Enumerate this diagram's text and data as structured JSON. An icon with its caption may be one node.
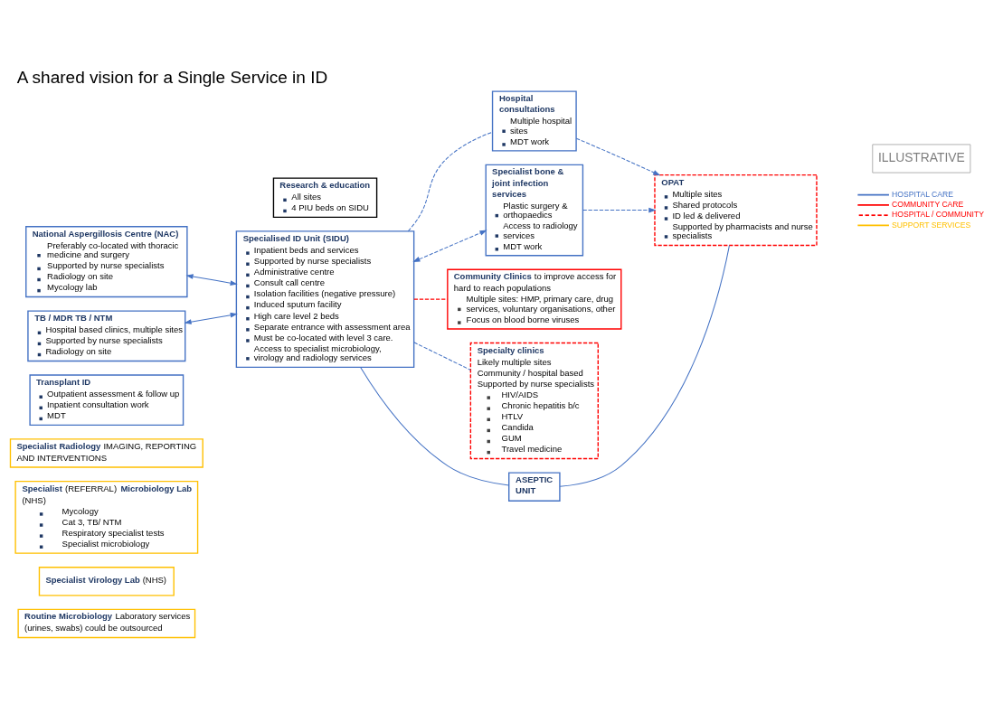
{
  "diagram": {
    "title": "A shared vision for a Single Service in ID",
    "nodes": [
      {
        "text": [
          "National Aspergillosis Centre (NAC)",
          "Preferably co-located with thoracic medicine and surgery",
          "Supported by nurse specialists",
          "Radiology on site",
          "Mycology lab"
        ]
      },
      {
        "text": [
          "TB / MDR TB / NTM",
          "Hospital based clinics, multiple sites",
          "Supported by nurse specialists",
          "Radiology on site"
        ]
      },
      {
        "text": [
          "Transplant ID",
          "Outpatient assessment & follow up",
          "Inpatient consultation work",
          "MDT"
        ]
      },
      {
        "text": [
          "**Specialist Radiology** IMAGING, REPORTING AND INTERVENTIONS"
        ]
      },
      {
        "text": [
          "**Specialist** (REFERRAL) **Microbiology Lab** (NHS)",
          "Mycology",
          "Cat 3, TB/ NTM",
          "Respiratory specialist tests",
          "Specialist microbiology"
        ]
      },
      {
        "text": [
          "**Specialist Virology Lab** (NHS)"
        ]
      },
      {
        "text": [
          "**Routine Microbiology** Laboratory services (urines, swabs) could be outsourced"
        ]
      },
      {
        "text": [
          "Research & education",
          "All sites",
          "4 PIU beds on SIDU"
        ]
      },
      {
        "text": [
          "Specialised ID Unit (SIDU)",
          "Inpatient beds and services",
          "Supported by nurse specialists",
          "Administrative centre",
          "Consult call centre",
          "Isolation facilities (negative pressure)",
          "Induced sputum facility",
          "High care level 2 beds",
          "Separate entrance with assessment area",
          "Must be co-located with level 3 care.",
          "Access to specialist microbiology, virology and radiology services"
        ]
      },
      {
        "text": [
          "Hospital consultations",
          "Multiple hospital sites",
          "MDT work"
        ]
      },
      {
        "text": [
          "Specialist bone & joint infection services",
          "Plastic surgery & orthopaedics",
          "Access to radiology services",
          "MDT work"
        ]
      },
      {
        "text": [
          "**Community Clinics** to improve access for hard to reach populations",
          "Multiple sites: HMP, primary care, drug services, voluntary organisations, other",
          "Focus on blood borne viruses"
        ]
      },
      {
        "text": [
          "Specialty clinics",
          "Likely multiple sites",
          "Community / hospital based",
          "Supported by nurse specialists",
          "HIV/AIDS",
          "Chronic hepatitis b/c",
          "HTLV",
          "Candida",
          "GUM",
          "Travel medicine"
        ]
      },
      {
        "text": [
          "ASEPTIC UNIT"
        ]
      },
      {
        "text": [
          "OPAT",
          "Multiple sites",
          "Shared protocols",
          "ID led & delivered",
          "Supported by pharmacists and nurse specialists"
        ]
      }
    ],
    "edges": [
      {
        "from": 0,
        "to": 8,
        "arrow": "both"
      },
      {
        "from": 1,
        "to": 8,
        "arrow": "both"
      },
      {
        "from": 8,
        "to": 11,
        "arrow": "none",
        "style": "dashed",
        "color": "#ff0000"
      },
      {
        "from": 8,
        "to": 12,
        "arrow": "none",
        "style": "dashed"
      },
      {
        "from": 8,
        "to": 13,
        "arrow": "none"
      },
      {
        "from": 13,
        "to": 14,
        "arrow": "none"
      },
      {
        "from": 8,
        "to": 9,
        "arrow": "none",
        "style": "dashed"
      },
      {
        "from": 8,
        "to": 10,
        "arrow": "both",
        "style": "dashed"
      },
      {
        "from": 10,
        "to": 14,
        "arrow": "to",
        "style": "dashed"
      },
      {
        "from": 9,
        "to": 14,
        "arrow": "to",
        "style": "dashed"
      }
    ],
    "labels": [
      "ILLUSTRATIVE"
    ],
    "legend": [
      {
        "text": "HOSPITAL CARE"
      },
      {
        "text": "COMMUNITY CARE"
      },
      {
        "text": "HOSPITAL / COMMUNITY"
      },
      {
        "text": "SUPPORT SERVICES"
      }
    ]
  }
}
